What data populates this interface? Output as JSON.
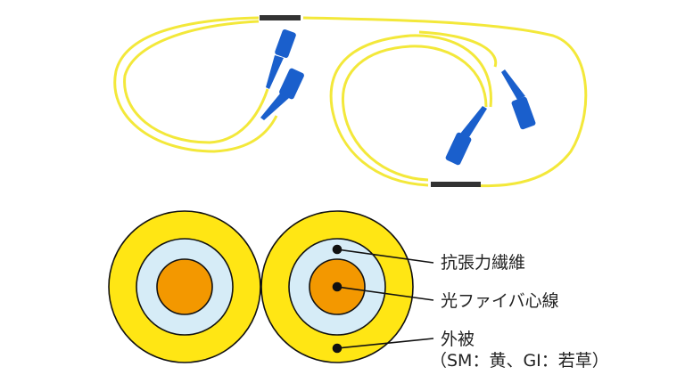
{
  "labels": {
    "strength_member": "抗張力繊維",
    "fiber_core": "光ファイバ心線",
    "jacket": "外被",
    "jacket_note": "（SM：黄、GI：若草）"
  },
  "colors": {
    "jacket": "#ffe614",
    "strength_member": "#d6ecf7",
    "core": "#f39800",
    "connector": "#1a5fcc",
    "cable": "#f7ee3a"
  }
}
